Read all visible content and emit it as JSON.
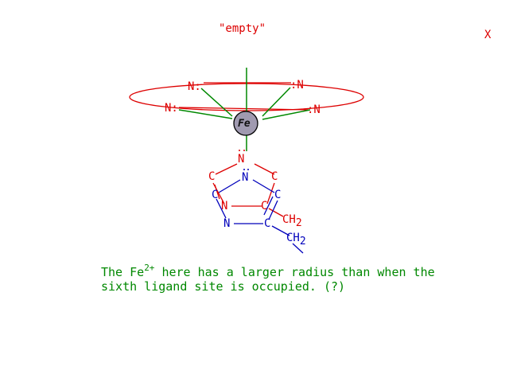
{
  "close_label": "X",
  "empty_label": "\"empty\"",
  "iron_label": "Fe",
  "porphyrin": {
    "n1": "N:",
    "n2": ":N",
    "n3": "N:",
    "n4": ":N"
  },
  "histidine": {
    "n_top": "N",
    "n_mid": "N",
    "n_left": "N",
    "n_bottom": "N",
    "c1": "C",
    "c2": "C",
    "c3": "C",
    "c4": "C",
    "c5": "C",
    "c6": "C",
    "ch2_red": "CH",
    "ch2_blue": "CH",
    "sub2": "2"
  },
  "caption": {
    "line1_pre": "The Fe",
    "sup": "2+",
    "line1_post": " here has a larger radius than when the",
    "line2": "sixth ligand site is occupied.   (?)"
  },
  "colors": {
    "red": "#dd0000",
    "blue": "#0000bb",
    "green": "#008800",
    "iron_fill": "#a09ab0"
  }
}
